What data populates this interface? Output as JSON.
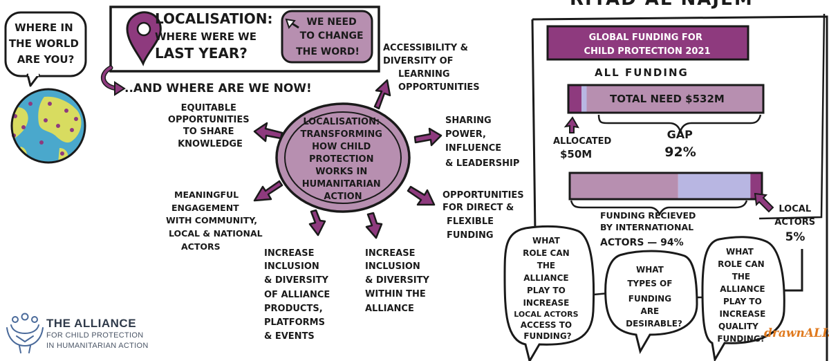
{
  "speaker": "RIYAD AL NAJEM",
  "where_bubble": [
    "WHERE IN",
    "THE WORLD",
    "ARE YOU?"
  ],
  "localisation_box": {
    "title": "LOCALISATION:",
    "line2": "WHERE WERE WE",
    "line3": "LAST YEAR?",
    "note": [
      "WE NEED",
      "TO CHANGE",
      "THE WORD!"
    ]
  },
  "now_text": "..AND WHERE ARE WE NOW!",
  "center_topic": [
    "LOCALISATION:",
    "TRANSFORMING",
    "HOW CHILD",
    "PROTECTION",
    "WORKS IN",
    "HUMANITARIAN",
    "ACTION"
  ],
  "branches": {
    "accessibility": [
      "ACCESSIBILITY &",
      "DIVERSITY OF",
      "LEARNING",
      "OPPORTUNITIES"
    ],
    "equitable": [
      "EQUITABLE",
      "OPPORTUNITIES",
      "TO SHARE",
      "KNOWLEDGE"
    ],
    "sharing": [
      "SHARING",
      "POWER,",
      "INFLUENCE",
      "& LEADERSHIP"
    ],
    "opportunities": [
      "OPPORTUNITIES",
      "FOR DIRECT &",
      "FLEXIBLE",
      "FUNDING"
    ],
    "meaningful": [
      "MEANINGFUL",
      "ENGAGEMENT",
      "WITH COMMUNITY,",
      "LOCAL & NATIONAL",
      "ACTORS"
    ],
    "products": [
      "INCREASE",
      "INCLUSION",
      "& DIVERSITY",
      "OF ALLIANCE",
      "PRODUCTS,",
      "PLATFORMS",
      "& EVENTS"
    ],
    "within": [
      "INCREASE",
      "INCLUSION",
      "& DIVERSITY",
      "WITHIN THE",
      "ALLIANCE"
    ]
  },
  "funding_panel": {
    "title": [
      "GLOBAL FUNDING FOR",
      "CHILD PROTECTION 2021"
    ],
    "all_funding": "ALL FUNDING",
    "total_need": "TOTAL NEED $532m",
    "allocated": [
      "ALLOCATED",
      "$50m"
    ],
    "gap": [
      "GAP",
      "92%"
    ],
    "received": [
      "FUNDING RECIEVED",
      "BY INTERNATIONAL",
      "ACTORS — 94%"
    ],
    "local": [
      "LOCAL",
      "ACTORS",
      "5%"
    ]
  },
  "chart_data": [
    {
      "type": "bar",
      "title": "ALL FUNDING",
      "series": [
        {
          "name": "ALLOCATED",
          "value": 50,
          "unit": "$m"
        },
        {
          "name": "GAP",
          "percent": 92
        }
      ],
      "total": 532,
      "unit": "$m",
      "colors": [
        "#8e3a7e",
        "#b8b6e2",
        "#b78fb0"
      ]
    },
    {
      "type": "bar",
      "title": "",
      "series": [
        {
          "name": "FUNDING RECIEVED BY INTERNATIONAL ACTORS",
          "percent": 94
        },
        {
          "name": "LOCAL ACTORS",
          "percent": 5
        }
      ],
      "colors": [
        "#b78fb0",
        "#b8b6e2",
        "#8e3a7e"
      ]
    }
  ],
  "questions": {
    "q1": [
      "WHAT",
      "ROLE CAN",
      "THE",
      "ALLIANCE",
      "PLAY TO",
      "INCREASE",
      "LOCAL ACTORS",
      "ACCESS TO",
      "FUNDING?"
    ],
    "q2": [
      "WHAT",
      "TYPES OF",
      "FUNDING",
      "ARE",
      "DESIRABLE?"
    ],
    "q3": [
      "WHAT",
      "ROLE CAN",
      "THE",
      "ALLIANCE",
      "PLAY TO",
      "INCREASE",
      "QUALITY",
      "FUNDING?"
    ]
  },
  "logo": {
    "title": "THE ALLIANCE",
    "sub1": "FOR CHILD PROTECTION",
    "sub2": "IN HUMANITARIAN ACTION"
  },
  "signature": "drawnALISM",
  "colors": {
    "purple": "#8e3a7e",
    "mauve": "#b78fb0",
    "lavender": "#b8b6e2",
    "ocean": "#4aa8cc",
    "land": "#d8dc60",
    "ink": "#1a1a1a",
    "signature": "#e07a1f"
  }
}
